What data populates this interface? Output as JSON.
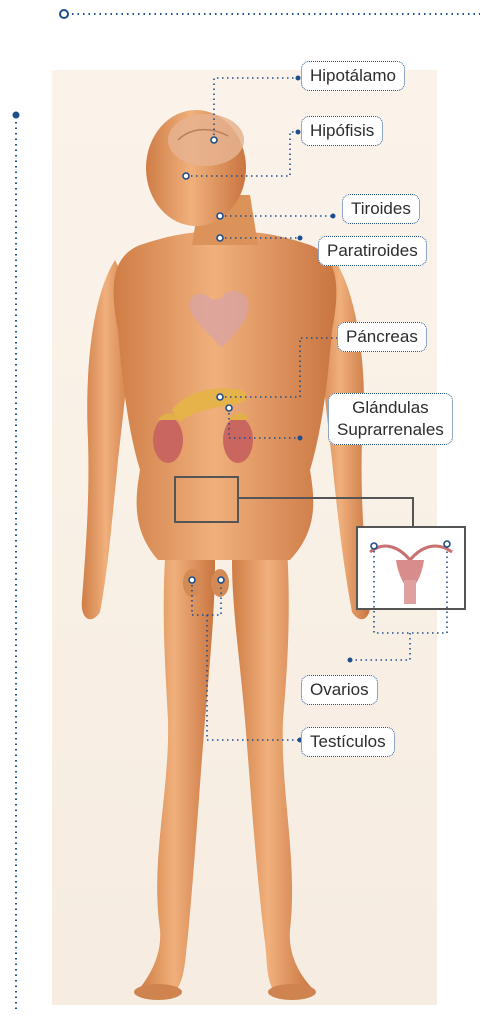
{
  "labels": {
    "hipotalamo": "Hipotálamo",
    "hipofisis": "Hipófisis",
    "tiroides": "Tiroides",
    "paratiroides": "Paratiroides",
    "pancreas": "Páncreas",
    "glandulas_line1": "Glándulas",
    "glandulas_line2": "Suprarrenales",
    "ovarios": "Ovarios",
    "testiculos": "Testículos"
  },
  "colors": {
    "accent": "#1f4e8c",
    "skin": "#e9a36a",
    "skin_shadow": "#c9773f",
    "background": "#ffffff"
  }
}
